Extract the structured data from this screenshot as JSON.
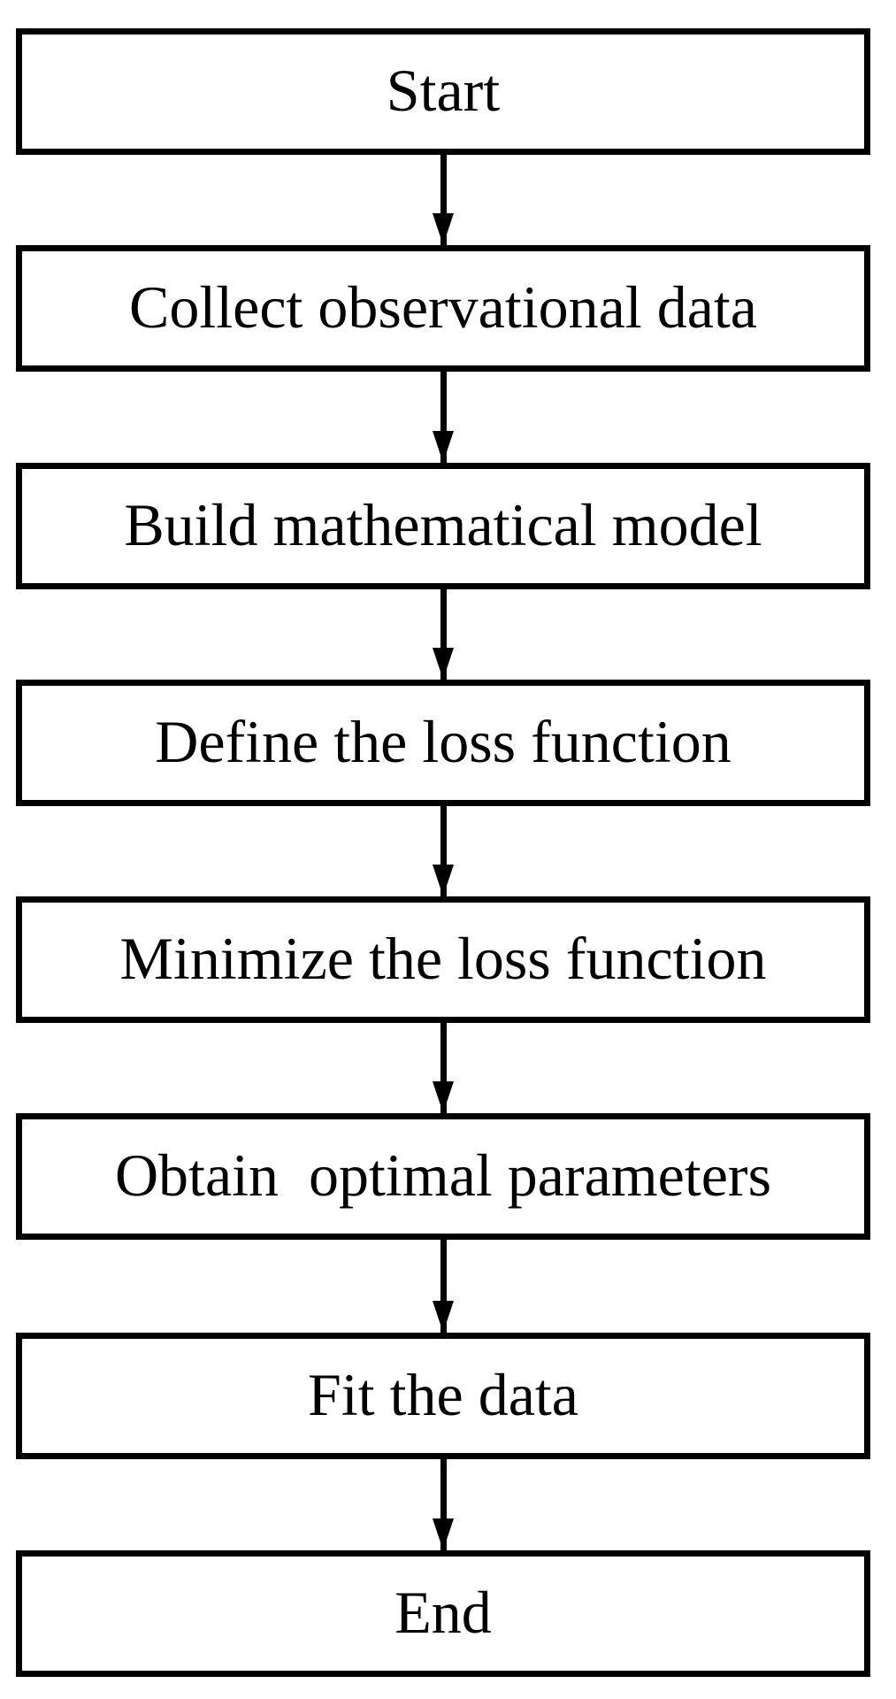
{
  "diagram": {
    "type": "flowchart",
    "orientation": "vertical",
    "background_color": "#ffffff",
    "stroke_color": "#000000",
    "nodes": [
      {
        "id": "start",
        "label": "Start",
        "shape": "rectangle"
      },
      {
        "id": "collect",
        "label": "Collect observational data",
        "shape": "rectangle"
      },
      {
        "id": "build",
        "label": "Build mathematical model",
        "shape": "rectangle"
      },
      {
        "id": "define-loss",
        "label": "Define the loss function",
        "shape": "rectangle"
      },
      {
        "id": "minimize",
        "label": "Minimize the loss function",
        "shape": "rectangle"
      },
      {
        "id": "obtain",
        "label": "Obtain  optimal parameters",
        "shape": "rectangle"
      },
      {
        "id": "fit",
        "label": "Fit the data",
        "shape": "rectangle"
      },
      {
        "id": "end",
        "label": "End",
        "shape": "rectangle"
      }
    ],
    "edges": [
      {
        "from": "start",
        "to": "collect",
        "arrow": "down-arrow"
      },
      {
        "from": "collect",
        "to": "build",
        "arrow": "down-arrow"
      },
      {
        "from": "build",
        "to": "define-loss",
        "arrow": "down-arrow"
      },
      {
        "from": "define-loss",
        "to": "minimize",
        "arrow": "down-arrow"
      },
      {
        "from": "minimize",
        "to": "obtain",
        "arrow": "down-arrow"
      },
      {
        "from": "obtain",
        "to": "fit",
        "arrow": "down-arrow"
      },
      {
        "from": "fit",
        "to": "end",
        "arrow": "down-arrow"
      }
    ]
  }
}
